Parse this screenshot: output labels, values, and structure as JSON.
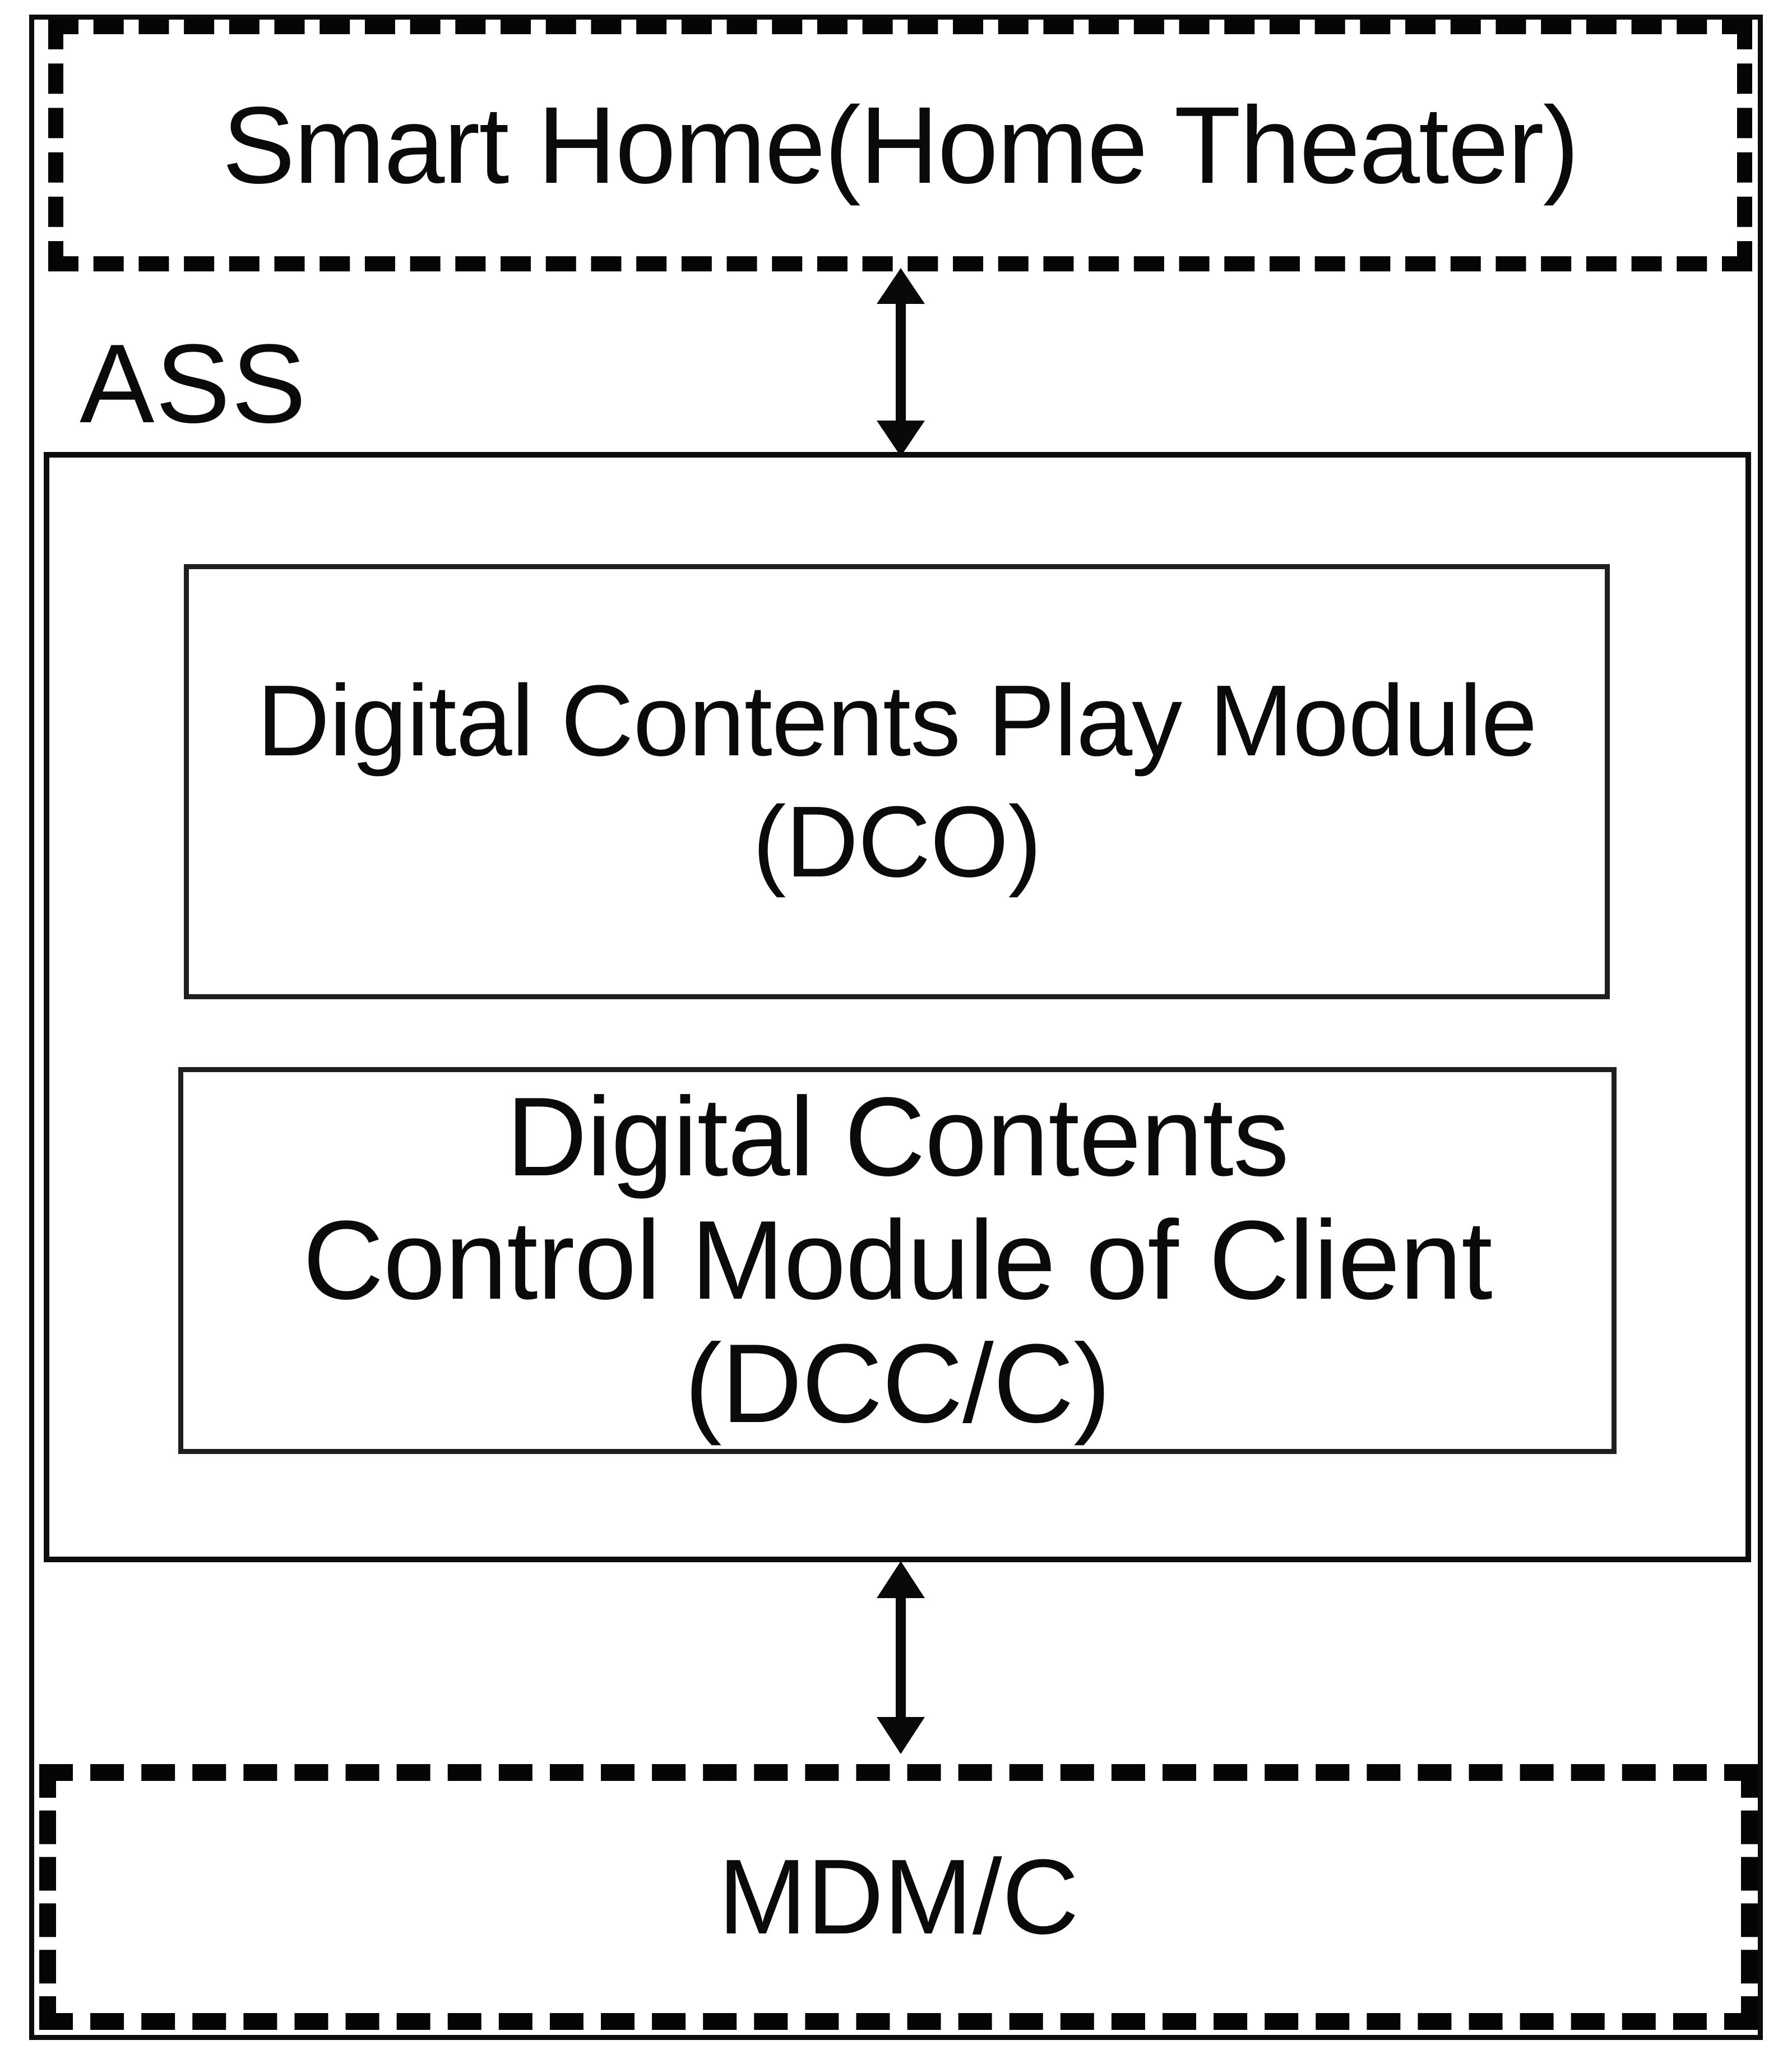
{
  "diagram": {
    "smart_home_box": {
      "label": "Smart Home(Home Theater)"
    },
    "ass_section": {
      "label": "ASS"
    },
    "dco_box": {
      "line1": "Digital Contents Play Module",
      "line2": "(DCO)"
    },
    "dccc_box": {
      "line1": "Digital Contents",
      "line2": "Control Module of Client",
      "line3": "(DCC/C)"
    },
    "mdm_box": {
      "label": "MDM/C"
    },
    "arrows": {
      "top": "double-headed-vertical-arrow",
      "bottom": "double-headed-vertical-arrow"
    },
    "colors": {
      "ink": "#000000",
      "background": "#ffffff"
    }
  }
}
